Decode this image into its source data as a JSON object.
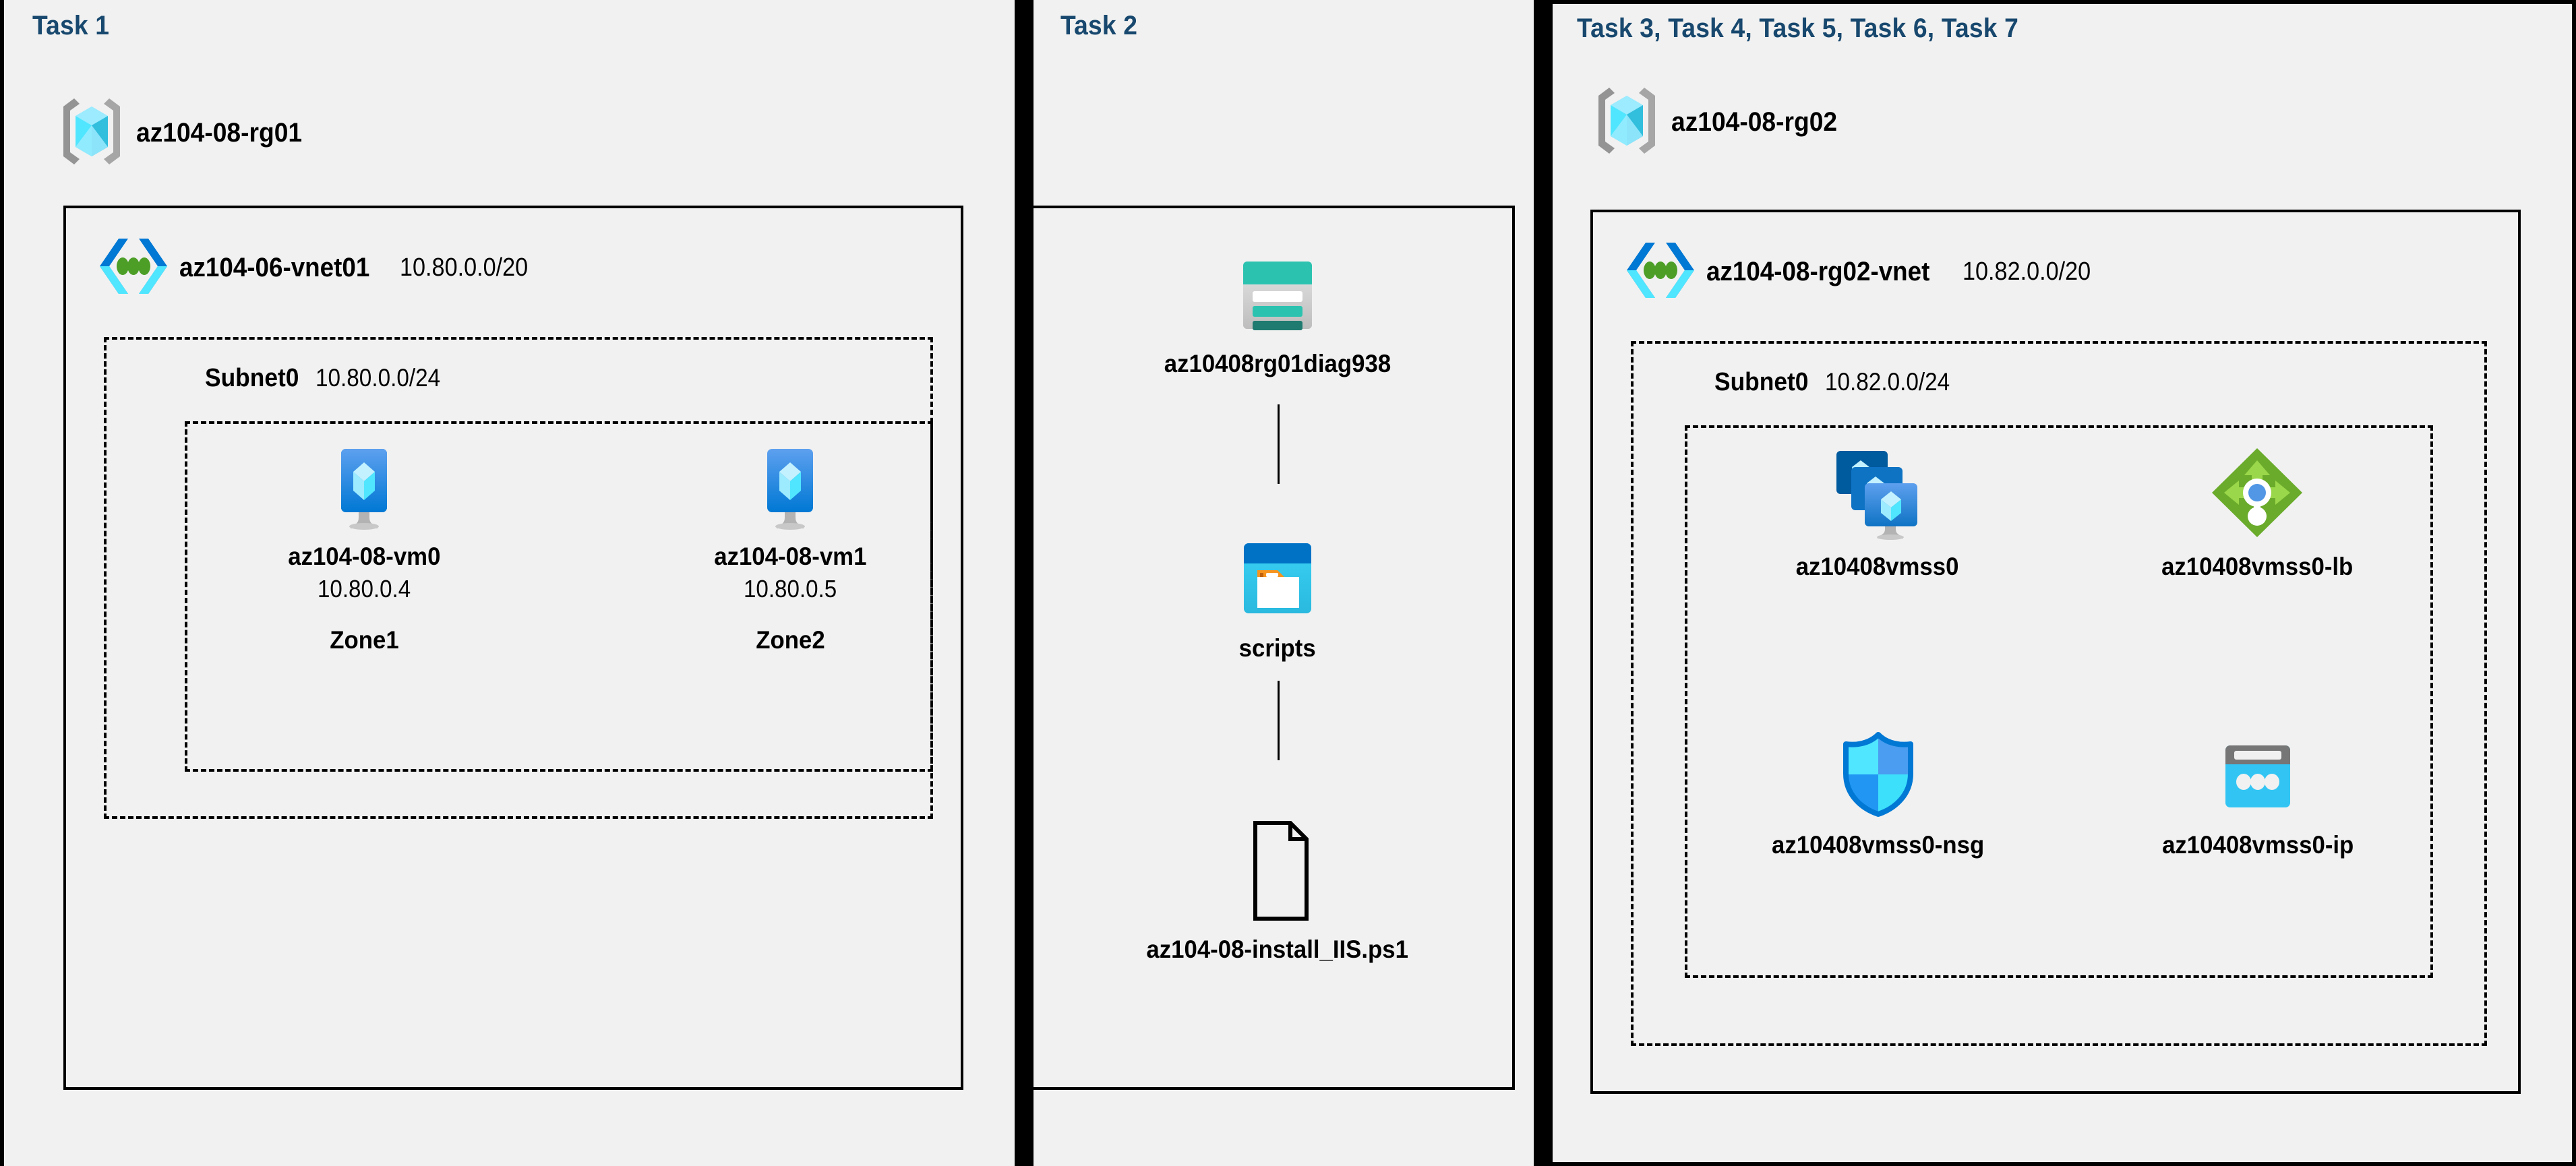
{
  "diagram": {
    "title": "Azure AZ-104 Lab 08 architecture",
    "background": "#f1f1f1",
    "accent_blue": "#18486e"
  },
  "columns": [
    {
      "id": "col-task1",
      "task_label": "Task 1",
      "resource_group": {
        "name": "az104-08-rg01",
        "icon": "resource-group-icon"
      },
      "vnet": {
        "name": "az104-06-vnet01",
        "cidr": "10.80.0.0/20",
        "icon": "virtual-network-icon"
      },
      "subnet": {
        "name": "Subnet0",
        "cidr": "10.80.0.0/24"
      },
      "vms": [
        {
          "name": "az104-08-vm0",
          "ip": "10.80.0.4",
          "zone": "Zone1",
          "icon": "virtual-machine-icon"
        },
        {
          "name": "az104-08-vm1",
          "ip": "10.80.0.5",
          "zone": "Zone2",
          "icon": "virtual-machine-icon"
        }
      ]
    },
    {
      "id": "col-task2",
      "task_label": "Task 2",
      "nodes": [
        {
          "name": "az10408rg01diag938",
          "icon": "storage-account-icon"
        },
        {
          "name": "scripts",
          "icon": "blob-container-icon"
        },
        {
          "name": "az104-08-install_IIS.ps1",
          "icon": "file-document-icon"
        }
      ]
    },
    {
      "id": "col-task3-7",
      "task_label": "Task 3, Task 4, Task 5, Task 6, Task 7",
      "resource_group": {
        "name": "az104-08-rg02",
        "icon": "resource-group-icon"
      },
      "vnet": {
        "name": "az104-08-rg02-vnet",
        "cidr": "10.82.0.0/20",
        "icon": "virtual-network-icon"
      },
      "subnet": {
        "name": "Subnet0",
        "cidr": "10.82.0.0/24"
      },
      "resources": [
        {
          "name": "az10408vmss0",
          "icon": "vm-scale-set-icon"
        },
        {
          "name": "az10408vmss0-lb",
          "icon": "load-balancer-icon"
        },
        {
          "name": "az10408vmss0-nsg",
          "icon": "network-security-group-icon"
        },
        {
          "name": "az10408vmss0-ip",
          "icon": "public-ip-address-icon"
        }
      ]
    }
  ],
  "colors": {
    "task_text": "#18486e",
    "border": "#000000",
    "rg_bracket": "#949494",
    "cube_light": "#9cebff",
    "cube_mid": "#32d4f5",
    "cube_dark": "#32bedd",
    "vnet_top": "#0078d4",
    "vnet_bottom": "#50e6ff",
    "vnet_dot": "#4c9e27",
    "vm_blue": "#0078d4",
    "storage_teal": "#2bc3b0",
    "storage_dark_teal": "#1f7a70",
    "blob_header": "#0072c6",
    "blob_body": "#32c5f4",
    "folder_tab": "#f7941e",
    "lb_green": "#6aab2b",
    "lb_arrow": "#9bd74a",
    "lb_dot": "#5197e5",
    "nsg_outline": "#0078d4",
    "pip_gray": "#767676",
    "pip_cyan": "#32c5f4"
  }
}
